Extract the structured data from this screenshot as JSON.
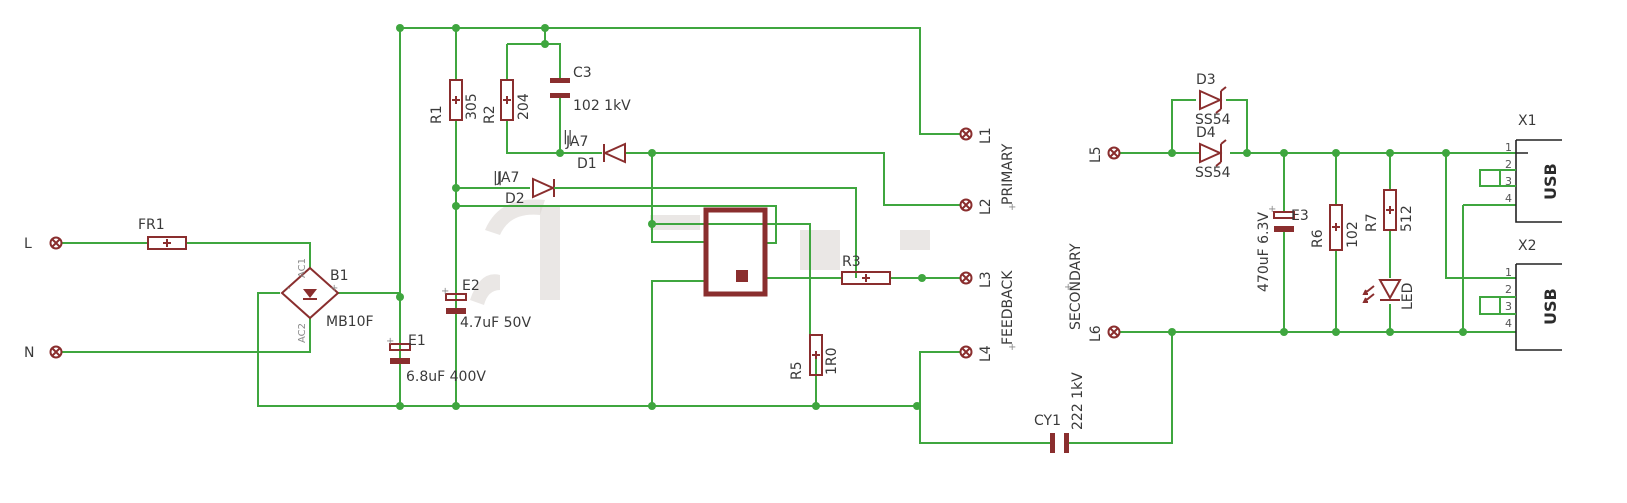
{
  "components": {
    "FR1": {
      "name": "FR1"
    },
    "B1": {
      "name": "B1",
      "value": "MB10F",
      "ac1": "AC1",
      "ac2": "AC2"
    },
    "E1": {
      "name": "E1",
      "value": "6.8uF 400V"
    },
    "E2": {
      "name": "E2",
      "value": "4.7uF 50V"
    },
    "R1": {
      "name": "R1",
      "value": "305"
    },
    "R2": {
      "name": "R2",
      "value": "204"
    },
    "C3": {
      "name": "C3",
      "value": "102 1kV"
    },
    "D1": {
      "name": "D1",
      "value": "JA7"
    },
    "D2": {
      "name": "D2",
      "value": "JA7"
    },
    "R3": {
      "name": "R3"
    },
    "R5": {
      "name": "R5",
      "value": "1R0"
    },
    "CY1": {
      "name": "CY1",
      "value": "222 1kV"
    },
    "D3": {
      "name": "D3",
      "value": "SS54"
    },
    "D4": {
      "name": "D4",
      "value": "SS54"
    },
    "E3": {
      "name": "E3",
      "value": "470uF 6.3V"
    },
    "R6": {
      "name": "R6",
      "value": "102"
    },
    "R7": {
      "name": "R7",
      "value": "512"
    },
    "LED": {
      "name": "LED"
    },
    "X1": {
      "name": "X1",
      "label": "USB"
    },
    "X2": {
      "name": "X2",
      "label": "USB"
    }
  },
  "terminals": {
    "L": "L",
    "N": "N",
    "L1": "L1",
    "L2": "L2",
    "L3": "L3",
    "L4": "L4",
    "L5": "L5",
    "L6": "L6"
  },
  "sections": {
    "primary": "PRIMARY",
    "feedback": "FEEDBACK",
    "secondary": "SECONDARY"
  },
  "usb_pins": [
    "1",
    "2",
    "3",
    "4"
  ],
  "colors": {
    "wire": "#3fa63f",
    "component": "#8a2e2e",
    "text": "#3a3a3a",
    "outline": "#222222"
  }
}
